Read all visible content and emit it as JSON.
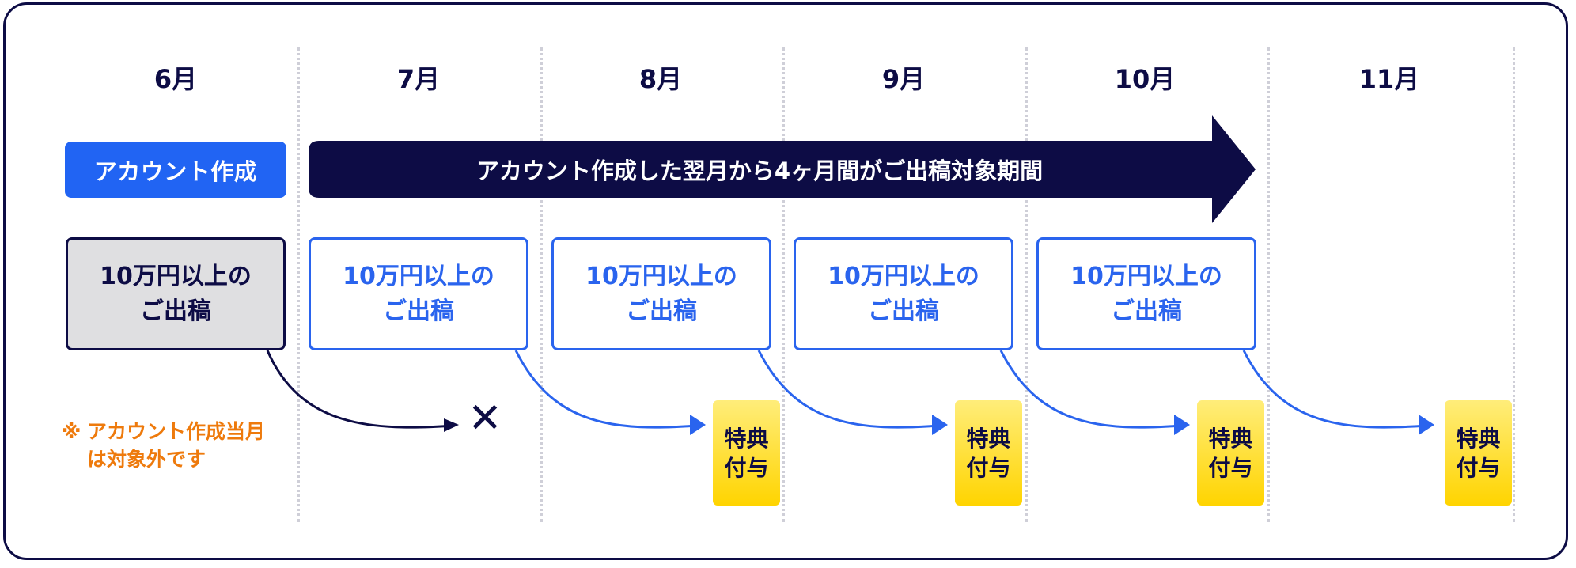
{
  "months": [
    "6月",
    "7月",
    "8月",
    "9月",
    "10月",
    "11月"
  ],
  "account_pill": "アカウント作成",
  "period_arrow": "アカウント作成した翌月から4ヶ月間がご出稿対象期間",
  "cards": [
    {
      "line1": "10万円以上の",
      "line2": "ご出稿"
    },
    {
      "line1": "10万円以上の",
      "line2": "ご出稿"
    },
    {
      "line1": "10万円以上の",
      "line2": "ご出稿"
    },
    {
      "line1": "10万円以上の",
      "line2": "ご出稿"
    },
    {
      "line1": "10万円以上の",
      "line2": "ご出稿"
    }
  ],
  "benefit": {
    "line1": "特典",
    "line2": "付与"
  },
  "note": {
    "mark": "※",
    "line1": "アカウント作成当月",
    "line2": "は対象外です"
  },
  "cross_mark": "✕",
  "colors": {
    "navy": "#0d0c45",
    "blue": "#2164f3",
    "card_blue": "#2a64ee",
    "gray_card": "#dfdfe1",
    "yellow": "#ffd400",
    "orange": "#ee7a0c"
  }
}
